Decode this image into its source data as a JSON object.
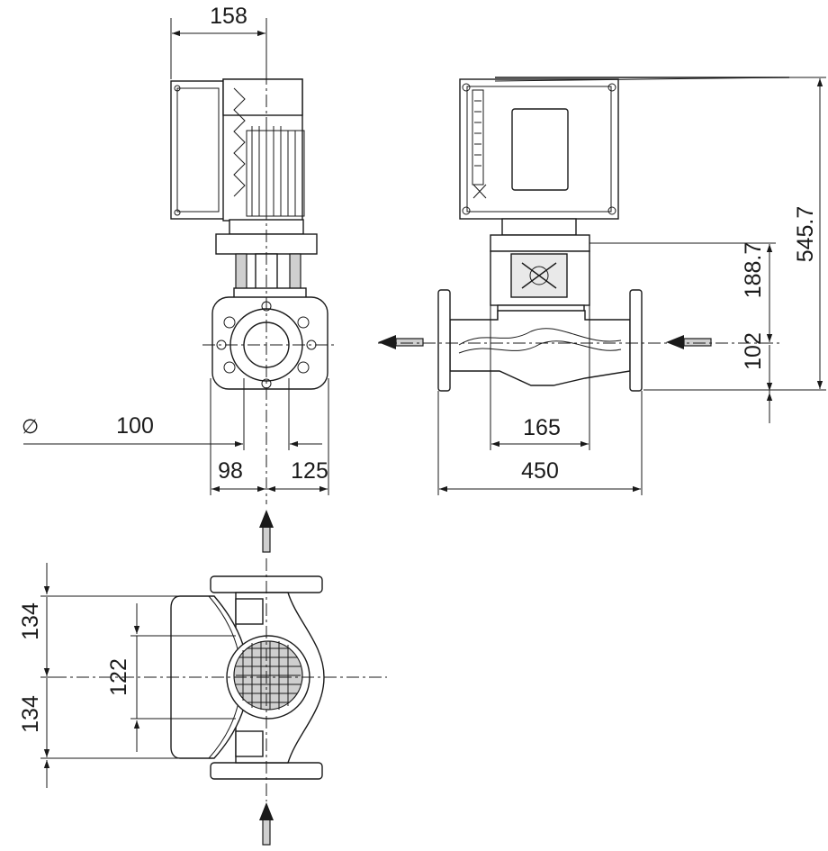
{
  "dimensions": {
    "top_width": "158",
    "total_height": "545.7",
    "height_upper": "188.7",
    "height_lower": "102",
    "pipe_diameter_symbol": "∅",
    "pipe_diameter": "100",
    "left_offset": "98",
    "right_offset": "125",
    "base_width": "165",
    "flange_length": "450",
    "plan_upper": "134",
    "plan_lower": "134",
    "plan_inner": "122"
  },
  "colors": {
    "line": "#1a1a1a",
    "background": "#ffffff"
  }
}
